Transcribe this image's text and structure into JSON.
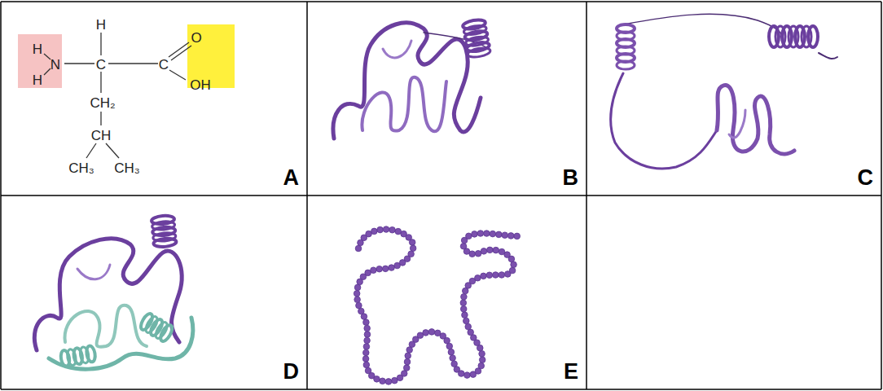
{
  "diagram": {
    "nodes": [
      {
        "text": [
          "A"
        ]
      },
      {
        "text": [
          "B"
        ]
      },
      {
        "text": [
          "C"
        ]
      },
      {
        "text": [
          "D"
        ]
      },
      {
        "text": [
          "E"
        ]
      }
    ],
    "labels": [
      "H",
      "H",
      "N",
      "H",
      "C",
      "C",
      "O",
      "OH",
      "CH₂",
      "CH",
      "CH₃",
      "CH₃"
    ]
  }
}
